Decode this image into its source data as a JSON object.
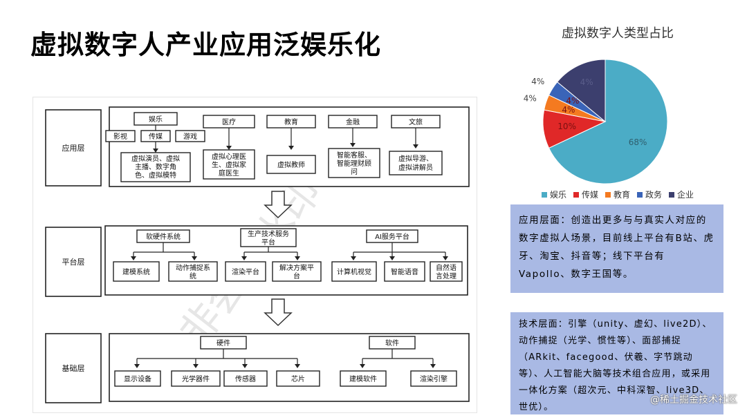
{
  "title": "虚拟数字人产业应用泛娱乐化",
  "diagram": {
    "watermark": "非会员水印",
    "layers": {
      "app": "应用层",
      "platform": "平台层",
      "base": "基础层"
    },
    "app_layer": {
      "categories": [
        {
          "name": "娱乐",
          "subs": [
            "影视",
            "传媒",
            "游戏"
          ],
          "detail": [
            "虚拟演员、虚拟",
            "主播、数字角",
            "色、虚拟模特"
          ]
        },
        {
          "name": "医疗",
          "subs": [],
          "detail": [
            "虚拟心理医",
            "生、虚拟家",
            "庭医生"
          ]
        },
        {
          "name": "教育",
          "subs": [],
          "detail": [
            "虚拟教师"
          ]
        },
        {
          "name": "金融",
          "subs": [],
          "detail": [
            "智能客服、",
            "智能理财顾",
            "问"
          ]
        },
        {
          "name": "文旅",
          "subs": [],
          "detail": [
            "虚拟导游、",
            "虚拟讲解员"
          ]
        }
      ]
    },
    "platform_layer": {
      "groups": [
        {
          "name": "软硬件系统",
          "items": [
            [
              "建模系统"
            ],
            [
              "动作捕捉系",
              "统"
            ]
          ]
        },
        {
          "name_lines": [
            "生产技术服务",
            "平台"
          ],
          "items": [
            [
              "渲染平台"
            ],
            [
              "解决方案平",
              "台"
            ]
          ]
        },
        {
          "name": "AI服务平台",
          "items": [
            [
              "计算机视觉"
            ],
            [
              "智能语音"
            ],
            [
              "自然语",
              "言处理"
            ]
          ]
        }
      ]
    },
    "base_layer": {
      "groups": [
        {
          "name": "硬件",
          "items": [
            "显示设备",
            "光学器件",
            "传感器",
            "芯片"
          ]
        },
        {
          "name": "软件",
          "items": [
            "建模软件",
            "渲染引擎"
          ]
        }
      ]
    }
  },
  "chart_data": {
    "type": "pie",
    "title": "虚拟数字人类型占比",
    "legend_position": "bottom",
    "slices": [
      {
        "name": "娱乐",
        "value": 68,
        "label": "68%",
        "color": "#4bacc6"
      },
      {
        "name": "传媒",
        "value": 10,
        "label": "10%",
        "color": "#e02828"
      },
      {
        "name": "教育",
        "value": 4,
        "label": "4%",
        "color": "#f47a20"
      },
      {
        "name": "政务",
        "value": 4,
        "label": "4%",
        "color": "#3a64b8"
      },
      {
        "name": "企业",
        "value": 14,
        "label": "",
        "color": "#3c3f6e"
      }
    ],
    "outside_labels": [
      "4%",
      "4%"
    ],
    "inside_label_on_dark": "4%"
  },
  "text_boxes": {
    "app_level": "应用层面：创造出更多与与真实人对应的数字虚拟人场景，目前线上平台有B站、虎牙、淘宝、抖音等；线下平台有Vapollo、数字王国等。",
    "tech_level": "技术层面：引擎（unity、虚幻、live2D）、动作捕捉（光学、惯性等）、面部捕捉（ARkit、facegood、伏羲、字节跳动等）、人工智能大脑等技术组合应用，或采用一体化方案（超次元、中科深智、live3D、世优）。"
  },
  "footer_watermark": "@稀土掘金技术社区"
}
